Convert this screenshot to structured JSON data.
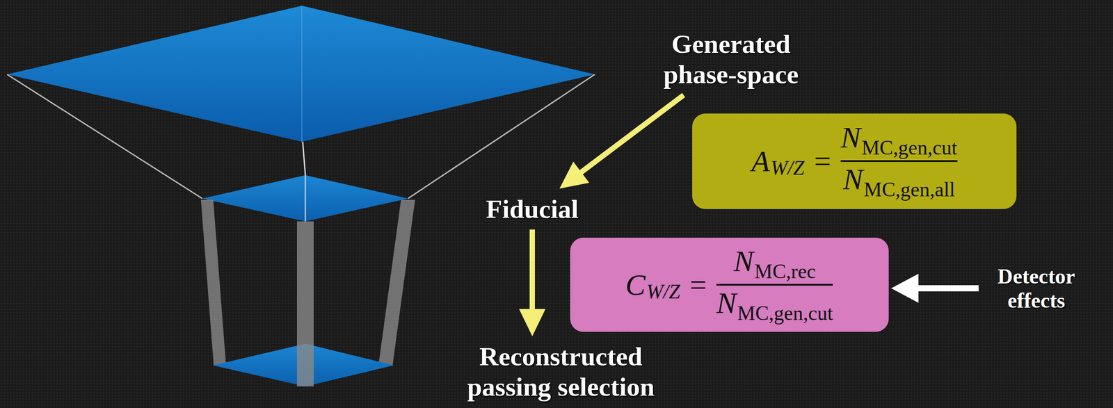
{
  "diagram": {
    "nodes": [
      {
        "text": [
          "Generated phase-space"
        ]
      },
      {
        "text": [
          "A",
          "W/Z",
          "=",
          "N",
          "MC,gen,cut",
          "N",
          "MC,gen,all"
        ]
      },
      {
        "text": [
          "Fiducial"
        ]
      },
      {
        "text": [
          "C",
          "W/Z",
          "=",
          "N",
          "MC,rec",
          "N",
          "MC,gen,cut"
        ]
      },
      {
        "text": [
          "Detector effects"
        ]
      },
      {
        "text": [
          "Reconstructed passing selection"
        ]
      }
    ],
    "edges": [
      {
        "from": 0,
        "to": 2,
        "arrow": "to"
      },
      {
        "from": 2,
        "to": 5,
        "arrow": "to"
      },
      {
        "from": 4,
        "to": 3,
        "arrow": "to"
      }
    ]
  }
}
